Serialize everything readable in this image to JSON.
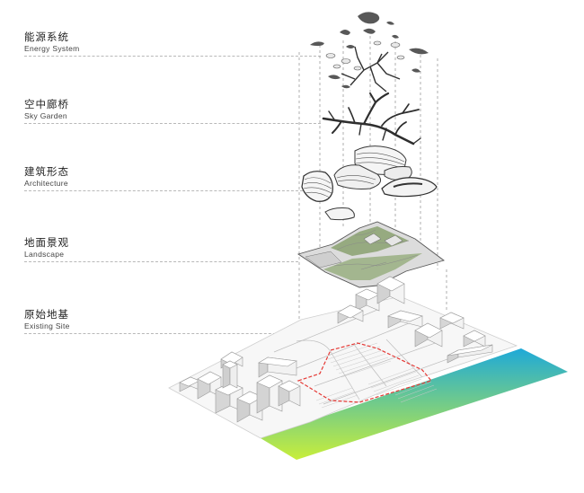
{
  "layers": [
    {
      "zh": "能源系统",
      "en": "Energy System"
    },
    {
      "zh": "空中廊桥",
      "en": "Sky Garden"
    },
    {
      "zh": "建筑形态",
      "en": "Architecture"
    },
    {
      "zh": "地面景观",
      "en": "Landscape"
    },
    {
      "zh": "原始地基",
      "en": "Existing Site"
    }
  ],
  "colors": {
    "water_top": "#1ea9d8",
    "water_bottom": "#c8ee3a",
    "site_outline": "#e53935",
    "grass": "#7f9a62",
    "building": "#f2f2f2",
    "shadow": "#9a9a9a",
    "dark_shape": "#5a5a5a"
  }
}
